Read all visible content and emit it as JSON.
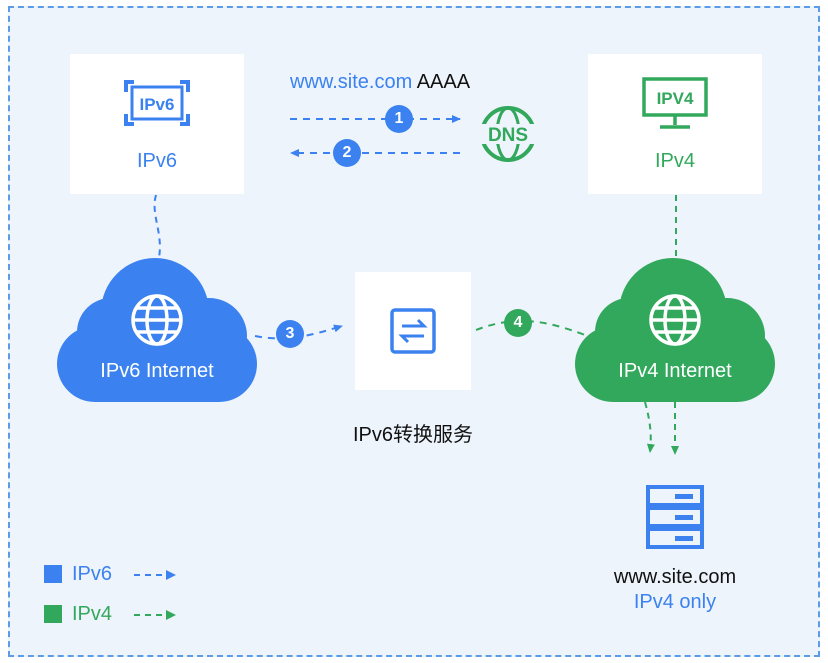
{
  "ipv6_client": {
    "label": "IPv6",
    "device_text": "IPv6"
  },
  "ipv4_client": {
    "label": "IPv4",
    "device_text": "IPV4"
  },
  "dns": {
    "query_domain": "www.site.com",
    "query_type": "AAAA",
    "icon_text": "DNS"
  },
  "steps": [
    "1",
    "2",
    "3",
    "4"
  ],
  "clouds": {
    "ipv6": "IPv6 Internet",
    "ipv4": "IPv4 Internet"
  },
  "converter": {
    "label": "IPv6转换服务"
  },
  "server": {
    "domain": "www.site.com",
    "note": "IPv4 only"
  },
  "legend": [
    {
      "label": "IPv6",
      "color": "#3b82f0"
    },
    {
      "label": "IPv4",
      "color": "#32a85c"
    }
  ],
  "colors": {
    "ipv6": "#3b82f0",
    "ipv4": "#32a85c",
    "background": "#eef4fc"
  }
}
